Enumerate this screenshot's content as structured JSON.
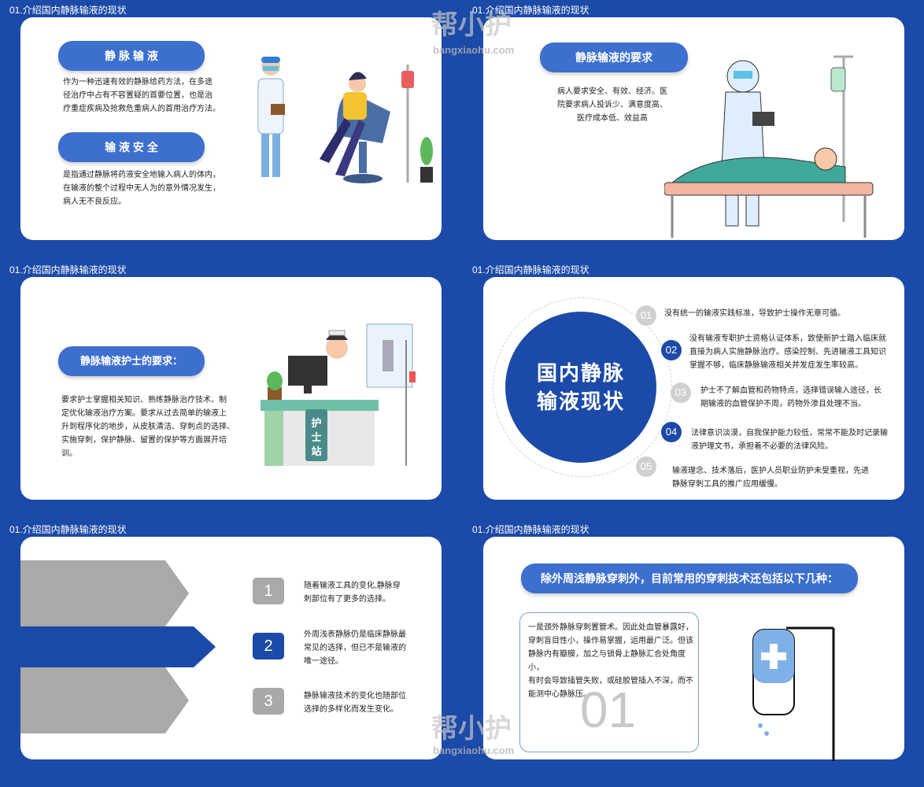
{
  "slides": [
    {
      "title": "01.介绍国内静脉输液的现状",
      "pill1": "静 脉 输 液",
      "text1": [
        "作为一种迅速有效的静脉给药方法，在多途",
        "径治疗中占有不容置疑的首要位置，也是治",
        "疗重症疾病及抢救危重病人的首用治疗方法。"
      ],
      "pill2": "输 液 安 全",
      "text2": [
        "是指通过静脉将药液安全地输入病人的体内，",
        "在输液的整个过程中无人为的意外情况发生，",
        "病人无不良反应。"
      ]
    },
    {
      "title": "01.介绍国内静脉输液的现状",
      "pill": "静脉输液的要求",
      "text": [
        "病人要求安全、有效、经济。医",
        "院要求病人投诉少、满意度高、",
        "医疗成本低、效益高"
      ]
    },
    {
      "title": "01.介绍国内静脉输液的现状",
      "pill": "静脉输液护士的要求：",
      "text": [
        "要求护士掌握相关知识、熟练静脉治疗技术、制",
        "定优化输液治疗方案。要求从过去简单的输液上",
        "升到程序化的地步，从皮肤清洁、穿刺点的选择、",
        "实施穿刺，保护静脉、留置的保护等方面展开培",
        "训。"
      ],
      "station_label": "护士站"
    },
    {
      "title": "01.介绍国内静脉输液的现状",
      "circle_title": [
        "国内静脉",
        "输液现状"
      ],
      "items": [
        {
          "num": "01",
          "lines": [
            "没有统一的输液实践标准，导致护士操作无章可循。"
          ]
        },
        {
          "num": "02",
          "lines": [
            "没有输液专职护士资格认证体系，致使新护士踏入临床就",
            "直接为病人实施静脉治疗。感染控制、先进输液工具知识",
            "掌握不够，临床静脉输液相关并发症发生率较高。"
          ]
        },
        {
          "num": "03",
          "lines": [
            "护士不了解血管和药物特点，选择错误输入途径，长",
            "期输液的血管保护不周，药物外渗且处理不当。"
          ]
        },
        {
          "num": "04",
          "lines": [
            "法律意识淡漠，自我保护能力较低，常常不能及时记录输",
            "液护理文书，承担着不必要的法律风险。"
          ]
        },
        {
          "num": "05",
          "lines": [
            "输液理念、技术落后，医护人员职业防护未受重视，先进",
            "静脉穿刺工具的推广应用缓慢。"
          ]
        }
      ]
    },
    {
      "title": "01.介绍国内静脉输液的现状",
      "items": [
        {
          "num": "1",
          "lines": [
            "随着输液工具的变化,静脉穿",
            "刺部位有了更多的选择。"
          ]
        },
        {
          "num": "2",
          "lines": [
            "外周浅表静脉仍是临床静脉最",
            "常见的选择，但已不是输液的",
            "唯一途径。"
          ]
        },
        {
          "num": "3",
          "lines": [
            "静脉输液技术的变化也随部位",
            "选择的多样化而发生变化。"
          ]
        }
      ]
    },
    {
      "title": "01.介绍国内静脉输液的现状",
      "pill": "除外周浅静脉穿刺外，目前常用的穿刺技术还包括以下几种：",
      "text": [
        "一是颈外静脉穿刺置管术。因此处血管暴露好，",
        "穿刺盲目性小，操作易掌握，运用最广泛。但该",
        "静脉内有瓣膜，加之与锁骨上静脉汇合处角度小，",
        "有时会导致插管失败，或硅胶管插入不深，而不",
        "能测中心静脉压。"
      ],
      "big_num": "01"
    }
  ],
  "watermark": {
    "text": "帮小护",
    "url": "bangxiaohu.com"
  },
  "colors": {
    "primary": "#1c4aa8",
    "accent": "#3d6fcf",
    "gray": "#aaaaaa"
  }
}
